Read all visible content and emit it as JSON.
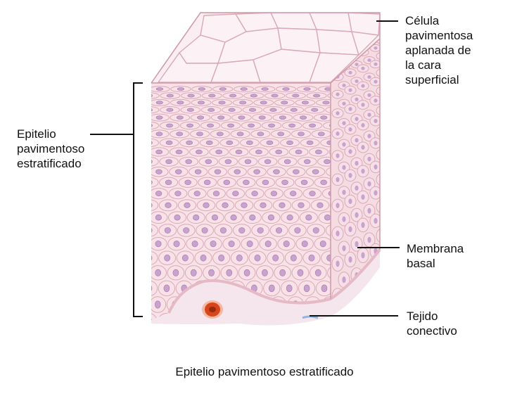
{
  "labels": {
    "superficial_cell": [
      "Célula",
      "pavimentosa",
      "aplanada de",
      "la cara",
      "superficial"
    ],
    "epithelium": [
      "Epitelio",
      "pavimentoso",
      "estratificado"
    ],
    "basal_membrane": [
      "Membrana",
      "basal"
    ],
    "connective_tissue": [
      "Tejido",
      "conectivo"
    ]
  },
  "caption": "Epitelio pavimentoso estratificado",
  "colors": {
    "cell_fill": "#f8e2e8",
    "cell_outline": "#d9a9b6",
    "nucleus": "#c9a2cf",
    "basement": "#e6b9c6",
    "blood_cell": "#d9451a",
    "leader_line": "#111111"
  }
}
